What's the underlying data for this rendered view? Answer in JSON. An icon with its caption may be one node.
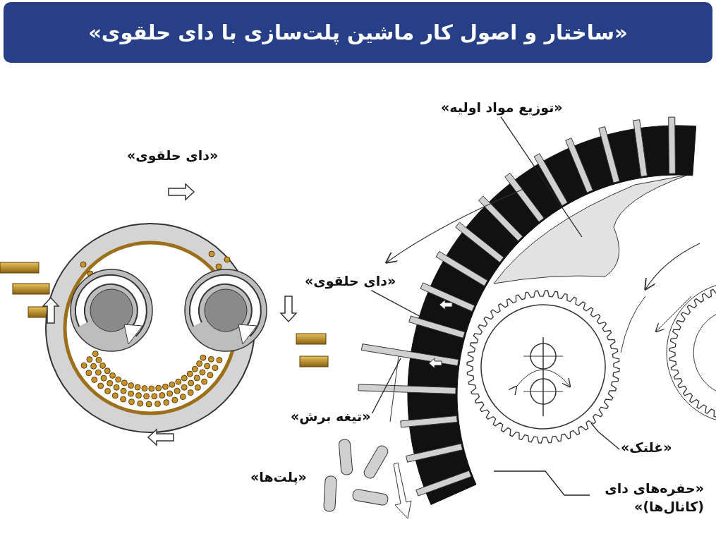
{
  "diagram": {
    "title": "«ساختار و اصول کار ماشین پلت‌سازی با دای حلقوی»",
    "nodes": [
      {
        "text": [
          "«توزیع مواد اولیه»"
        ]
      },
      {
        "text": [
          "«دای حلقوی»"
        ]
      },
      {
        "text": [
          "«تیغه برش»"
        ]
      },
      {
        "text": [
          "«غلتک»"
        ]
      },
      {
        "text": [
          "«حفره‌های دای (کانال‌ها)»"
        ]
      }
    ],
    "edges": [
      {
        "from": 0,
        "to": null,
        "arrow": "none"
      },
      {
        "from": 1,
        "to": null,
        "arrow": "none"
      },
      {
        "from": 2,
        "to": null,
        "arrow": "none"
      },
      {
        "from": 3,
        "to": null,
        "arrow": "none"
      },
      {
        "from": 4,
        "to": null,
        "arrow": "none"
      }
    ],
    "labels": [
      "«دای حلقوی»",
      "«پلت‌ها»"
    ]
  }
}
